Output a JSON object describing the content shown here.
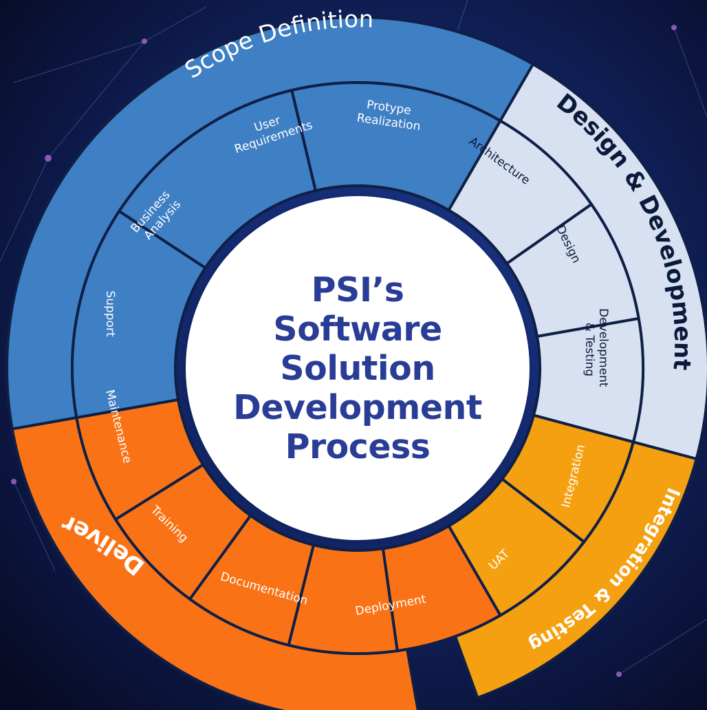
{
  "colors": {
    "background_dark": "#080b26",
    "background_mid": "#16307a",
    "scope_definition": "#3f7fc4",
    "design_development": "#d8e1f1",
    "integration_testing": "#f5a011",
    "deliver": "#f97316",
    "separator": "#0f1f46",
    "center_circle": "#ffffff",
    "center_text": "#2a3d96",
    "label_on_dark_fill": "#ffffff",
    "label_on_light_fill": "#0a1a3a"
  },
  "center": {
    "lines": [
      "PSI’s",
      "Software",
      "Solution",
      "Development",
      "Process"
    ]
  },
  "phases": [
    {
      "name": "Scope Definition",
      "color": "#3f7fc4",
      "steps": [
        "Business Analysis",
        "User Requirements",
        "Protype Realization"
      ]
    },
    {
      "name": "Design & Development",
      "color": "#d8e1f1",
      "steps": [
        "Architecture",
        "Design",
        "Development & Testing"
      ]
    },
    {
      "name": "Integration & Testing",
      "color": "#f5a011",
      "steps": [
        "Integration",
        "UAT"
      ]
    },
    {
      "name": "Deliver",
      "color": "#f97316",
      "steps": [
        "Deployment",
        "Documentation",
        "Training",
        "Maintenance",
        "Support"
      ]
    }
  ]
}
